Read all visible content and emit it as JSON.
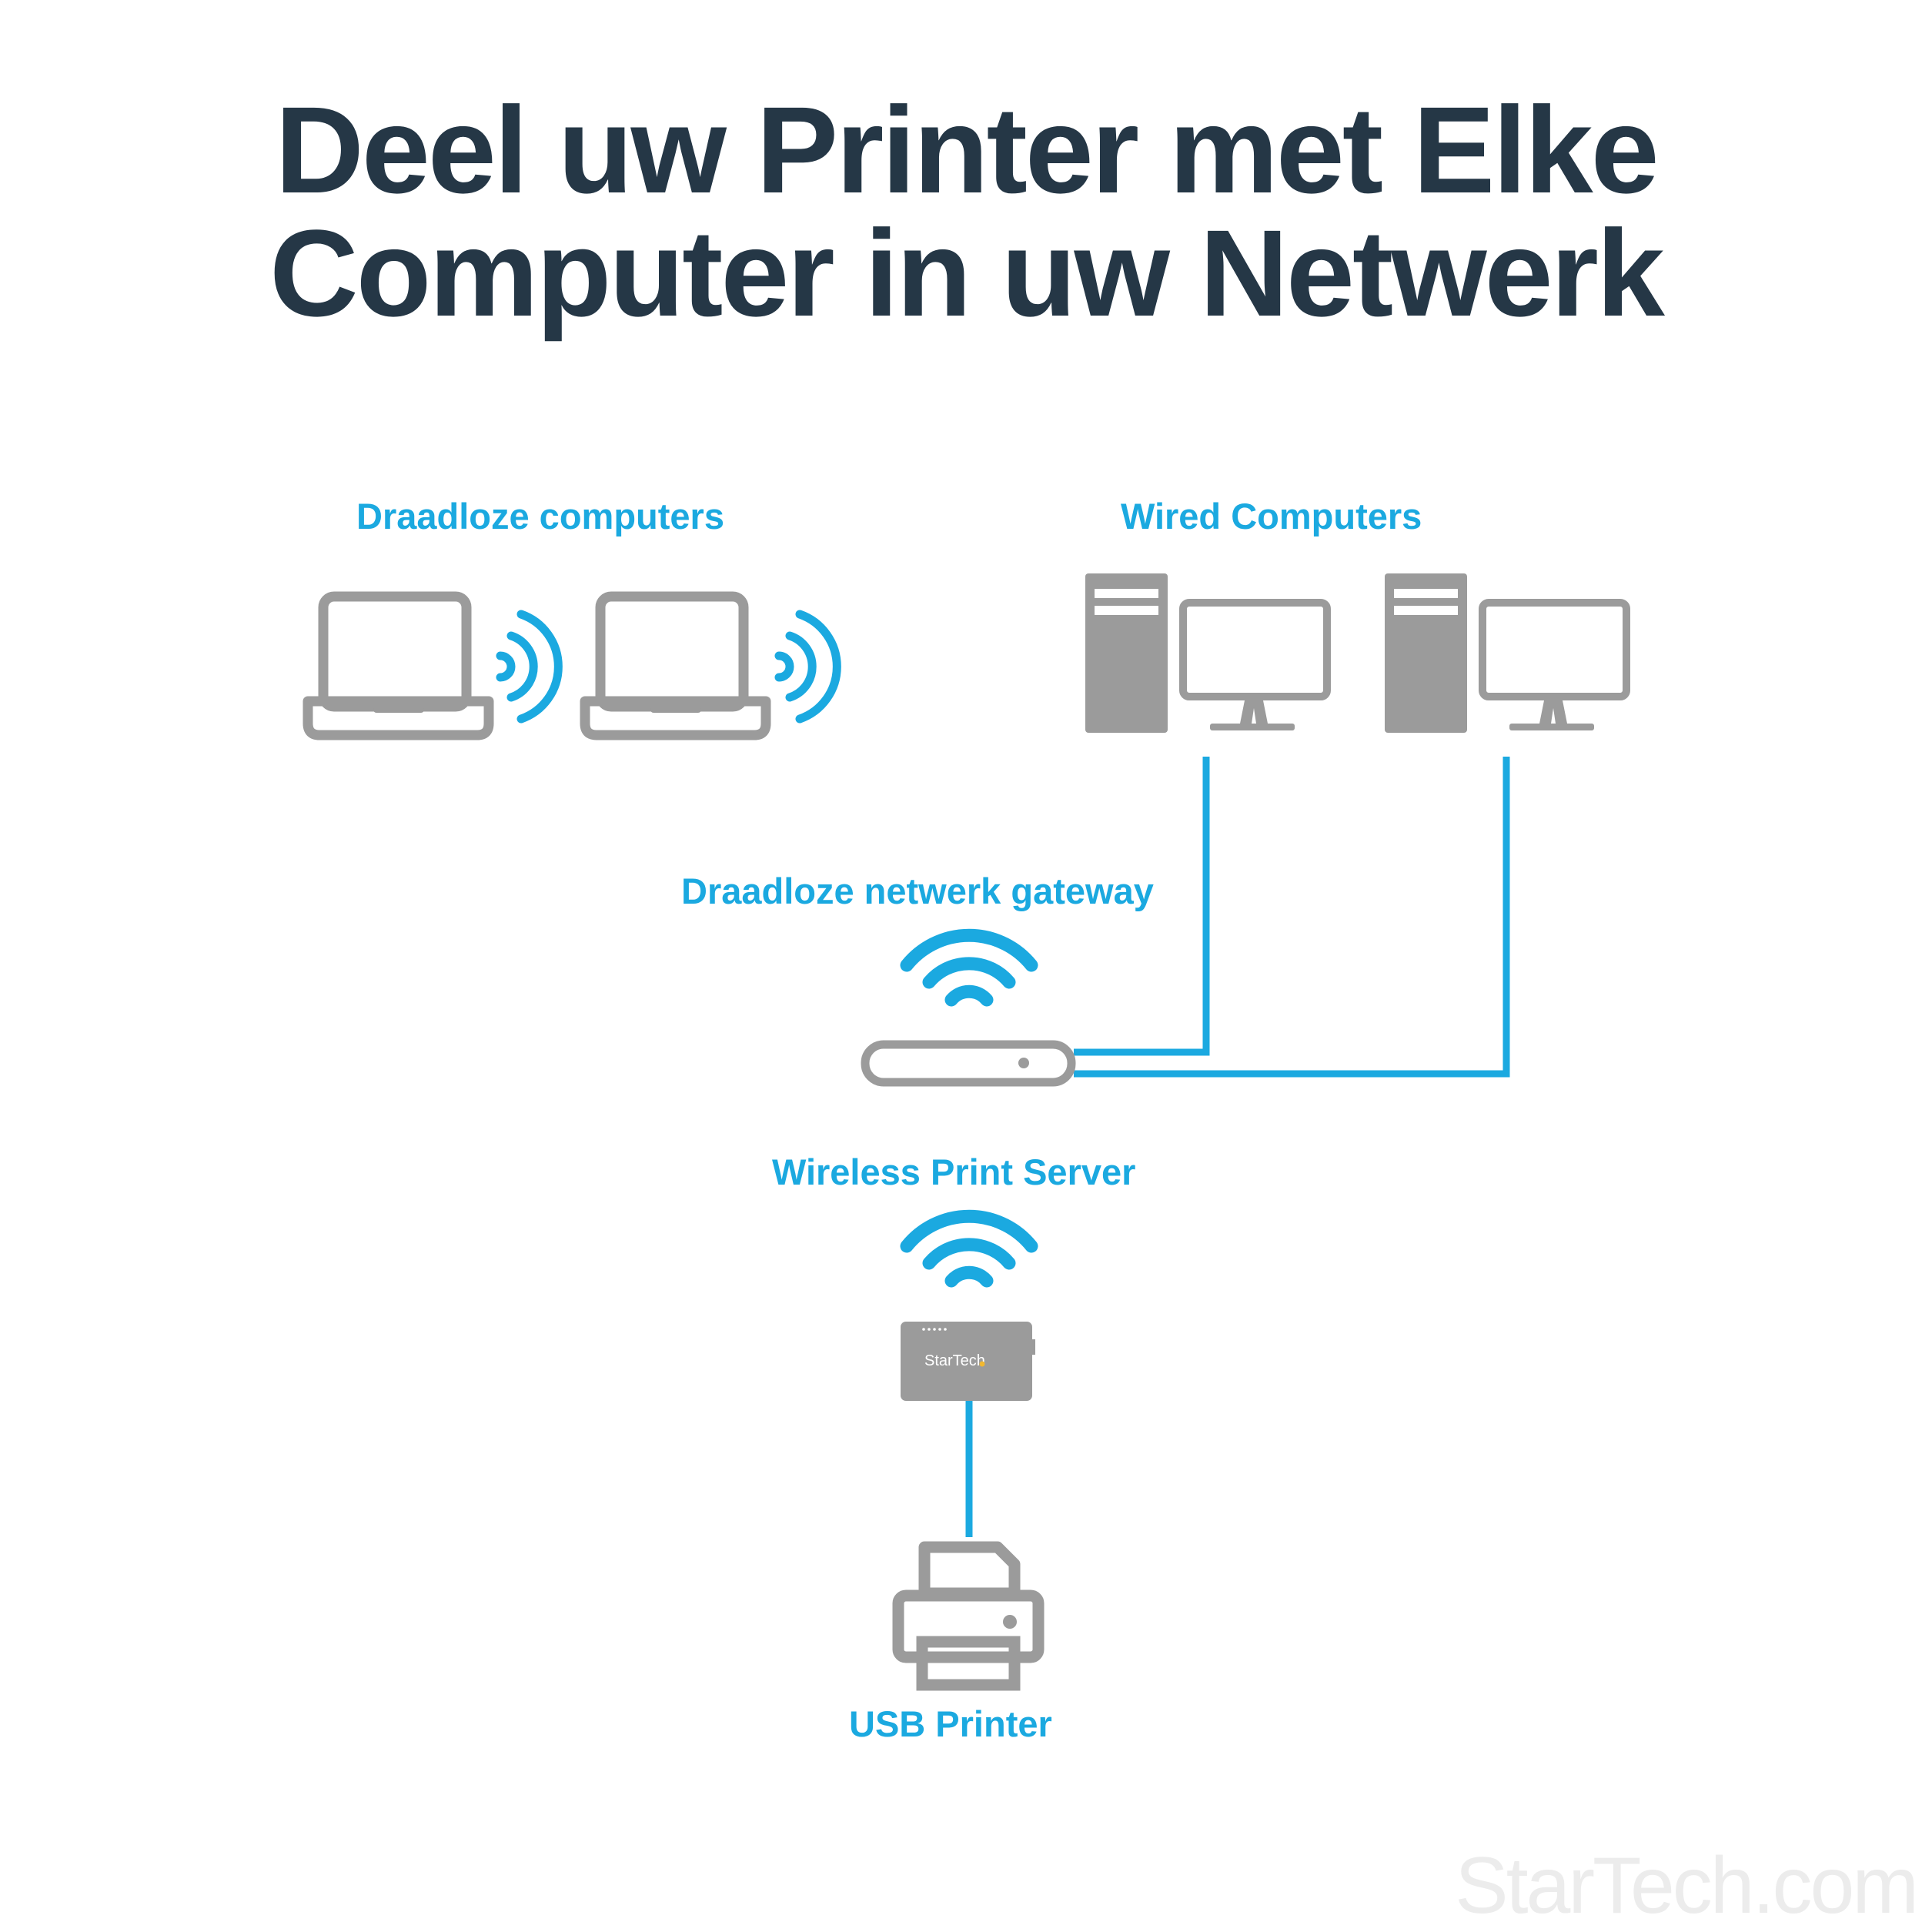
{
  "title": {
    "line1": "Deel uw Printer met Elke",
    "line2": "Computer in uw Netwerk"
  },
  "labels": {
    "wireless_computers": "Draadloze computers",
    "wired_computers": "Wired Computers",
    "gateway": "Draadloze netwerk gateway",
    "print_server": "Wireless Print Server",
    "printer": "USB Printer"
  },
  "device_text": {
    "print_server_brand": "StarTech"
  },
  "watermark": "StarTech.com",
  "colors": {
    "title": "#253746",
    "accent_blue": "#1ba9e0",
    "device_gray": "#9b9b9b",
    "watermark": "#ececec"
  },
  "icons": [
    "laptop-icon",
    "wifi-signal-icon",
    "desktop-tower-icon",
    "monitor-icon",
    "router-icon",
    "wifi-icon",
    "print-server-icon",
    "printer-icon"
  ]
}
